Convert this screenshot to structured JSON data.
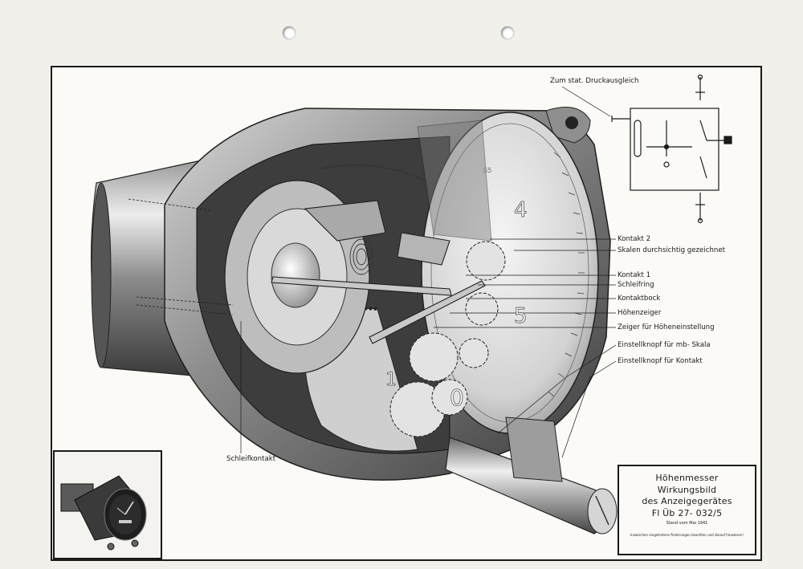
{
  "labels": {
    "druck": "Zum stat. Druckausgleich",
    "kontakt2": "Kontakt 2",
    "skalen": "Skalen durchsichtig gezeichnet",
    "kontakt1": "Kontakt 1",
    "schleifring": "Schleifring",
    "kontaktbock": "Kontaktbock",
    "hoehenzeiger": "Höhenzeiger",
    "zeiger_einst": "Zeiger für Höheneinstellung",
    "knopf_mb": "Einstellknopf für mb- Skala",
    "knopf_kontakt": "Einstellknopf für Kontakt",
    "schleifkontakt": "Schleifkontakt"
  },
  "dial": {
    "num_4": "4",
    "num_5": "5",
    "num_0": "0",
    "num_1": "1",
    "small": "55"
  },
  "title": {
    "line1": "Höhenmesser",
    "line2": "Wirkungsbild",
    "line3": "des Anzeigegerätes",
    "line4": "Fl Üb 27- 032/5",
    "stand": "Stand vom Mai 1941",
    "note": "Inzwischen eingetretene Änderungen beachten und darauf hinweisen!"
  }
}
